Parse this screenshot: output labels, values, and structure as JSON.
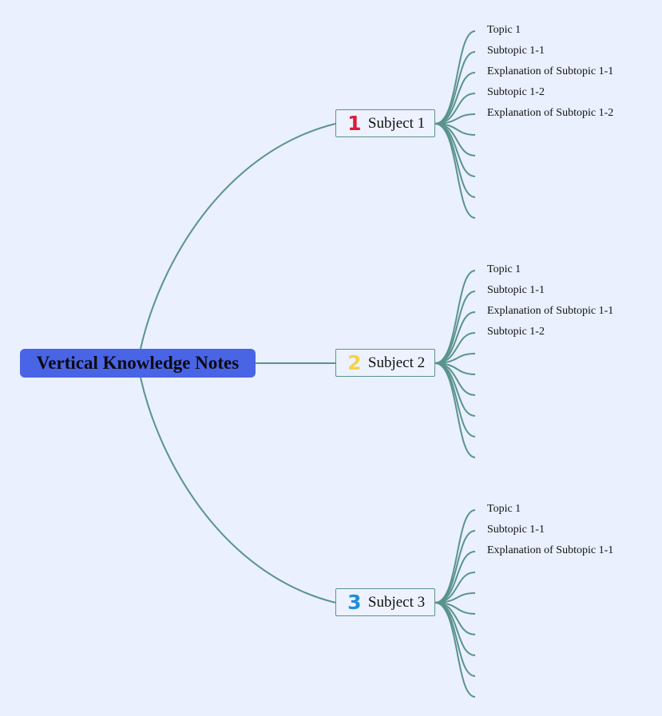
{
  "colors": {
    "background": "#EAF0FE",
    "root_fill": "#4A64E6",
    "connector": "#5A938E",
    "subject_number_1": "#D81E3C",
    "subject_number_2": "#F2D44A",
    "subject_number_3": "#1E8EDB"
  },
  "root": {
    "title": "Vertical Knowledge Notes"
  },
  "subjects": [
    {
      "label": "Subject 1",
      "number": "1",
      "icon": "number-one-icon",
      "leaves": [
        "Topic 1",
        "Subtopic 1-1",
        "Explanation of Subtopic 1-1",
        "Subtopic 1-2",
        "Explanation of Subtopic 1-2",
        "",
        "",
        "",
        "",
        ""
      ]
    },
    {
      "label": "Subject 2",
      "number": "2",
      "icon": "number-two-icon",
      "leaves": [
        "Topic 1",
        "Subtopic 1-1",
        "Explanation of Subtopic 1-1",
        "Subtopic 1-2",
        "",
        "",
        "",
        "",
        "",
        ""
      ]
    },
    {
      "label": "Subject 3",
      "number": "3",
      "icon": "number-three-icon",
      "leaves": [
        "Topic 1",
        "Subtopic 1-1",
        "Explanation of Subtopic 1-1",
        "",
        "",
        "",
        "",
        "",
        "",
        ""
      ]
    }
  ]
}
